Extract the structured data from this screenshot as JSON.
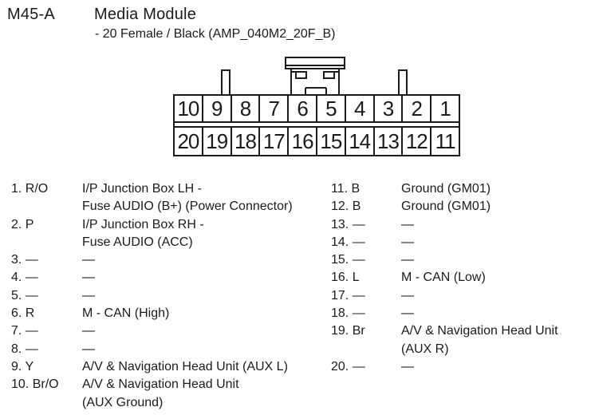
{
  "header": {
    "connector_id": "M45-A",
    "module_name": "Media Module",
    "subtitle": "- 20 Female / Black (AMP_040M2_20F_B)"
  },
  "connector": {
    "top_row": [
      "10",
      "9",
      "8",
      "7",
      "6",
      "5",
      "4",
      "3",
      "2",
      "1"
    ],
    "bottom_row": [
      "20",
      "19",
      "18",
      "17",
      "16",
      "15",
      "14",
      "13",
      "12",
      "11"
    ]
  },
  "pins": {
    "left": [
      {
        "label": "1. R/O",
        "desc": "I/P Junction Box LH -\nFuse AUDIO (B+) (Power Connector)"
      },
      {
        "label": "2. P",
        "desc": "I/P Junction Box RH -\nFuse AUDIO (ACC)"
      },
      {
        "label": "3. —",
        "desc": "—"
      },
      {
        "label": "4. —",
        "desc": "—"
      },
      {
        "label": "5. —",
        "desc": "—"
      },
      {
        "label": "6. R",
        "desc": "M - CAN (High)"
      },
      {
        "label": "7. —",
        "desc": "—"
      },
      {
        "label": "8. —",
        "desc": "—"
      },
      {
        "label": "9. Y",
        "desc": "A/V & Navigation Head Unit (AUX L)"
      },
      {
        "label": "10. Br/O",
        "desc": "A/V & Navigation Head Unit\n(AUX Ground)"
      }
    ],
    "right": [
      {
        "label": "11. B",
        "desc": "Ground (GM01)"
      },
      {
        "label": "12. B",
        "desc": "Ground (GM01)"
      },
      {
        "label": "13. —",
        "desc": "—"
      },
      {
        "label": "14. —",
        "desc": "—"
      },
      {
        "label": "15. —",
        "desc": "—"
      },
      {
        "label": "16. L",
        "desc": "M - CAN (Low)"
      },
      {
        "label": "17. —",
        "desc": "—"
      },
      {
        "label": "18. —",
        "desc": "—"
      },
      {
        "label": "19. Br",
        "desc": "A/V & Navigation Head Unit\n(AUX R)"
      },
      {
        "label": "20. —",
        "desc": "—"
      }
    ]
  },
  "colors": {
    "line": "#1b1b1b",
    "text": "#1b1b1b",
    "background": "#ffffff"
  }
}
